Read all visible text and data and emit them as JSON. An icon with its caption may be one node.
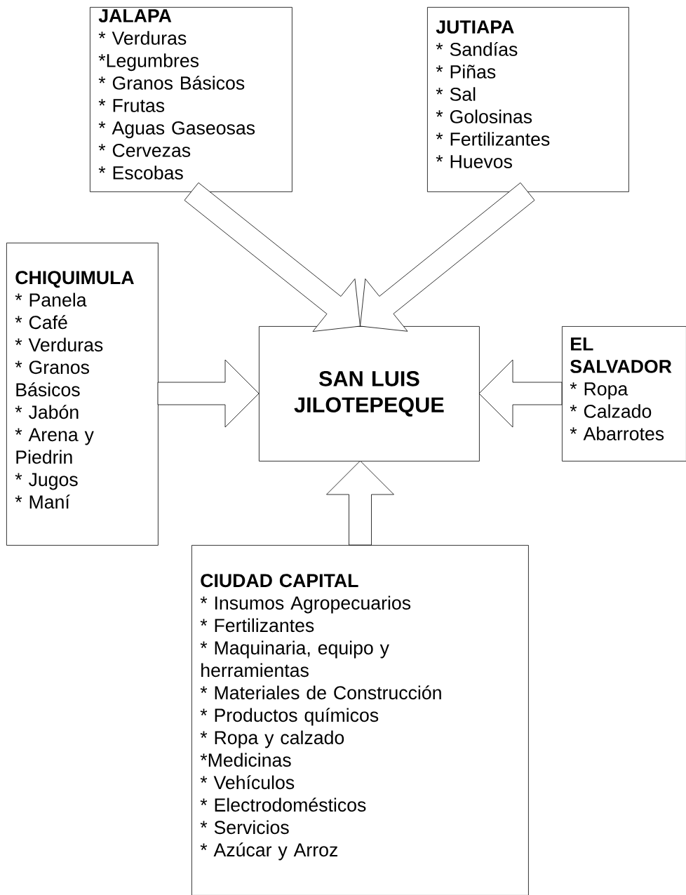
{
  "diagram": {
    "nodes": [
      {
        "text": [
          "JALAPA",
          "* Verduras",
          "*Legumbres",
          "* Granos Básicos",
          "* Frutas",
          "* Aguas Gaseosas",
          "* Cervezas",
          "* Escobas"
        ]
      },
      {
        "text": [
          "JUTIAPA",
          "* Sandías",
          "* Piñas",
          "* Sal",
          "* Golosinas",
          "* Fertilizantes",
          "* Huevos"
        ]
      },
      {
        "text": [
          "CHIQUIMULA",
          "* Panela",
          "* Café",
          "* Verduras",
          "* Granos Básicos",
          "* Jabón",
          "* Arena y Piedrin",
          "* Jugos",
          "* Maní"
        ]
      },
      {
        "text": [
          "SAN LUIS JILOTEPEQUE"
        ]
      },
      {
        "text": [
          "EL SALVADOR",
          "* Ropa",
          "* Calzado",
          "* Abarrotes"
        ]
      },
      {
        "text": [
          "CIUDAD CAPITAL",
          "* Insumos Agropecuarios",
          "* Fertilizantes",
          "* Maquinaria, equipo y herramientas",
          "* Materiales de Construcción",
          "* Productos químicos",
          "* Ropa y calzado",
          "*Medicinas",
          "* Vehículos",
          "* Electrodomésticos",
          "* Servicios",
          "* Azúcar y Arroz"
        ]
      }
    ],
    "edges": [
      {
        "from": 0,
        "to": 3,
        "arrow": "to"
      },
      {
        "from": 1,
        "to": 3,
        "arrow": "to"
      },
      {
        "from": 2,
        "to": 3,
        "arrow": "to"
      },
      {
        "from": 4,
        "to": 3,
        "arrow": "to"
      },
      {
        "from": 5,
        "to": 3,
        "arrow": "to"
      }
    ]
  }
}
